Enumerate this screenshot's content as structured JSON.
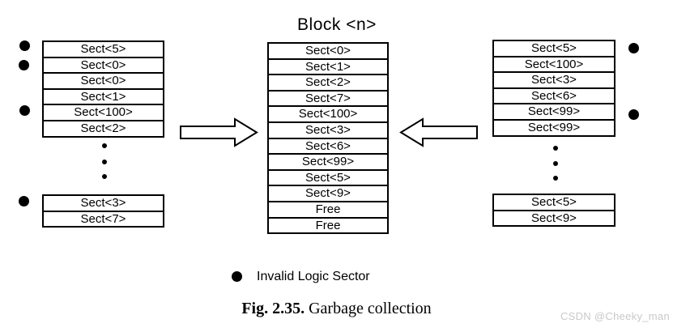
{
  "title": "Block <n>",
  "left_column": {
    "top_rows": [
      "Sect<5>",
      "Sect<0>",
      "Sect<0>",
      "Sect<1>",
      "Sect<100>",
      "Sect<2>"
    ],
    "bottom_rows": [
      "Sect<3>",
      "Sect<7>"
    ],
    "invalid_marked_top_rows": [
      0,
      1,
      4
    ],
    "invalid_marked_bottom_rows": [
      0
    ]
  },
  "middle_column": {
    "rows": [
      "Sect<0>",
      "Sect<1>",
      "Sect<2>",
      "Sect<7>",
      "Sect<100>",
      "Sect<3>",
      "Sect<6>",
      "Sect<99>",
      "Sect<5>",
      "Sect<9>",
      "Free",
      "Free"
    ]
  },
  "right_column": {
    "top_rows": [
      "Sect<5>",
      "Sect<100>",
      "Sect<3>",
      "Sect<6>",
      "Sect<99>",
      "Sect<99>"
    ],
    "bottom_rows": [
      "Sect<5>",
      "Sect<9>"
    ],
    "invalid_marked_top_rows": [
      0,
      4
    ]
  },
  "legend": {
    "label": "Invalid Logic Sector"
  },
  "caption": {
    "label": "Fig. 2.35.",
    "text": "Garbage collection"
  },
  "watermark": "CSDN @Cheeky_man",
  "colors": {
    "line": "#000000",
    "fill": "#ffffff",
    "watermark": "#c9c9c9"
  }
}
